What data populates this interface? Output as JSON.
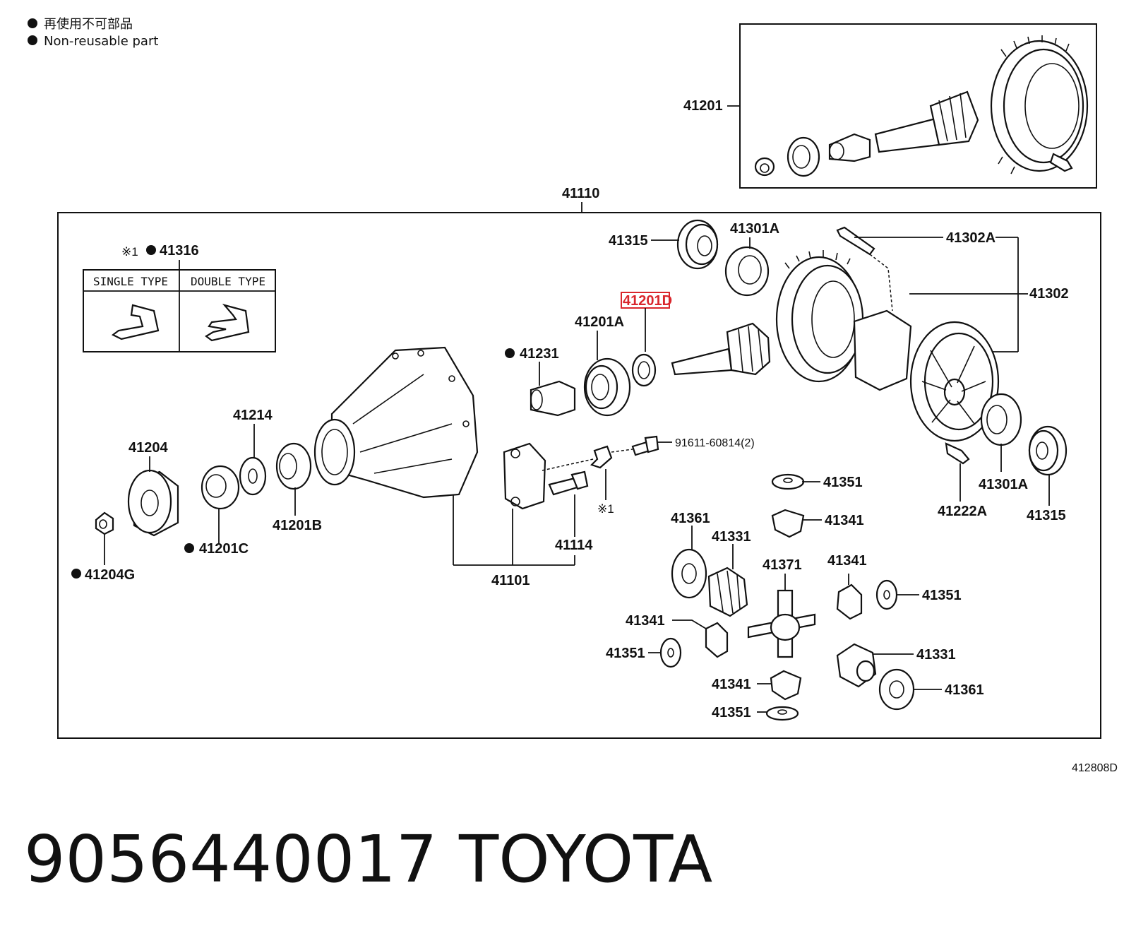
{
  "legend": {
    "line_jp": "再使用不可部品",
    "line_en": "Non-reusable part"
  },
  "labels": {
    "p41201": "41201",
    "p41110": "41110",
    "p41316": "41316",
    "note_mark": "※1",
    "single_type": "SINGLE TYPE",
    "double_type": "DOUBLE TYPE",
    "p41315_a": "41315",
    "p41301A_a": "41301A",
    "p41302A": "41302A",
    "p41302": "41302",
    "p41201D": "41201D",
    "p41201A": "41201A",
    "p41231": "41231",
    "p41214": "41214",
    "p41204": "41204",
    "p41201B": "41201B",
    "p41201C": "41201C",
    "p41204G": "41204G",
    "p91611": "91611-60814(2)",
    "p41351_a": "41351",
    "p41341_a": "41341",
    "p41361_a": "41361",
    "p41331_a": "41331",
    "p41371": "41371",
    "p41341_b": "41341",
    "p41351_b": "41351",
    "p41341_c": "41341",
    "p41351_c": "41351",
    "p41331_b": "41331",
    "p41341_d": "41341",
    "p41361_b": "41361",
    "p41351_d": "41351",
    "p41114": "41114",
    "p41101": "41101",
    "p41222A": "41222A",
    "p41301A_b": "41301A",
    "p41315_b": "41315",
    "note_mark_2": "※1"
  },
  "diagram_code": "412808D",
  "footer": {
    "part_number": "9056440017",
    "brand": "TOYOTA"
  },
  "colors": {
    "ink": "#111111",
    "highlight": "#d9262c"
  }
}
